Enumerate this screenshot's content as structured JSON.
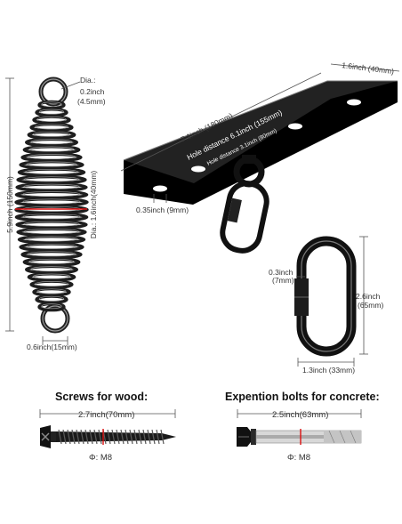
{
  "spring": {
    "wire_dia_title": "Dia.:",
    "wire_dia_inch": "0.2inch",
    "wire_dia_mm": "(4.5mm)",
    "length": "5.9inch (150mm)",
    "body_dia": "Dia.: 1.6inch(40mm)",
    "eye_width": "0.6inch(15mm)"
  },
  "plate": {
    "width": "1.6inch (40mm)",
    "length": "7.1inch (180mm)",
    "hole_distance_outer": "Hole distance 6.1inch (155mm)",
    "hole_distance_inner": "Hole distance 3.1inch (80mm)",
    "hole_dia": "0.35inch (9mm)"
  },
  "carabiner": {
    "wire_inch": "0.3inch",
    "wire_mm": "(7mm)",
    "height_inch": "2.6inch",
    "height_mm": "(65mm)",
    "width": "1.3inch (33mm)"
  },
  "screws": {
    "title": "Screws for wood:",
    "length": "2.7inch(70mm)",
    "thread": "Φ: M8"
  },
  "bolts": {
    "title": "Expention bolts for concrete:",
    "length": "2.5inch(63mm)",
    "thread": "Φ: M8"
  },
  "colors": {
    "metal_dark": "#1a1a1a",
    "highlight": "#9a9a9a",
    "accent": "#dd1111"
  }
}
